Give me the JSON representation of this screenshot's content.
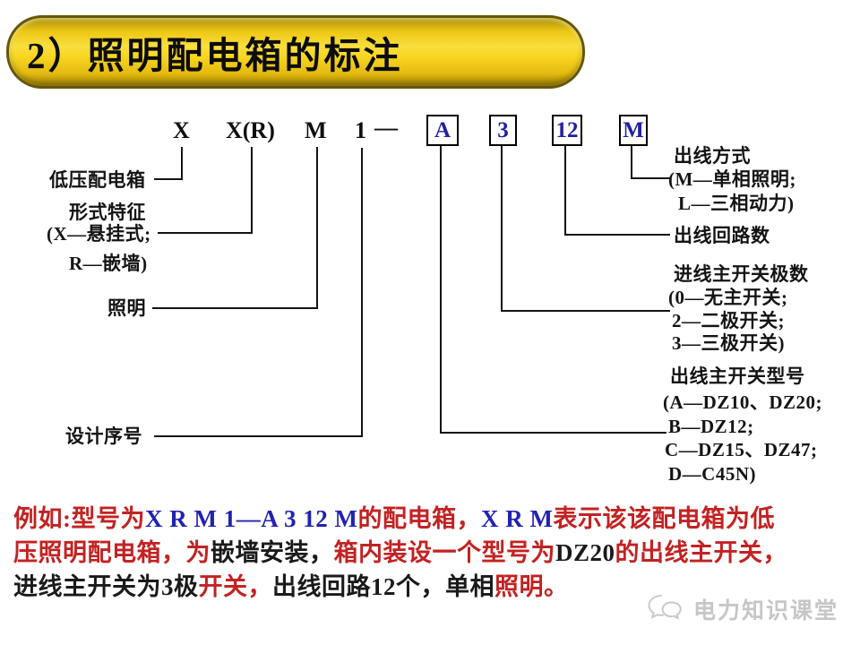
{
  "header": {
    "title": "2）照明配电箱的标注"
  },
  "diagram": {
    "code": {
      "pos1": "X",
      "pos2": "X(R)",
      "pos3": "M",
      "pos4": "1",
      "separator": "—",
      "box1": "A",
      "box2": "3",
      "box3": "12",
      "box4": "M"
    },
    "labels": {
      "lv_box": "低压配电箱",
      "form_title": "形式特征",
      "form_x": "(X—悬挂式;",
      "form_r": "R—嵌墙)",
      "lighting": "照明",
      "design_no": "设计序号",
      "out_mode_title": "出线方式",
      "out_mode_m": "(M—单相照明;",
      "out_mode_l": "L—三相动力)",
      "out_circuits": "出线回路数",
      "in_switch_title": "进线主开关极数",
      "in_switch_0": "(0—无主开关;",
      "in_switch_2": "2—二极开关;",
      "in_switch_3": "3—三极开关)",
      "out_switch_title": "出线主开关型号",
      "out_switch_a": "(A—DZ10、DZ20;",
      "out_switch_b": "B—DZ12;",
      "out_switch_c": "C—DZ15、DZ47;",
      "out_switch_d": "D—C45N)"
    }
  },
  "example": {
    "lines": [
      {
        "segments": [
          {
            "text": "例如:型号为",
            "color": "#c32222"
          },
          {
            "text": "X R M 1—A 3 12 M",
            "color": "#2222b2"
          },
          {
            "text": "的配电箱，",
            "color": "#c32222"
          },
          {
            "text": "X R M",
            "color": "#2222b2"
          },
          {
            "text": "表示该该配电箱为低",
            "color": "#c32222"
          }
        ]
      },
      {
        "segments": [
          {
            "text": "压照明配电箱，为",
            "color": "#c32222"
          },
          {
            "text": "嵌墙安装，",
            "color": "#1a1a1a"
          },
          {
            "text": "箱内装设一个型号为",
            "color": "#c32222"
          },
          {
            "text": "DZ20",
            "color": "#1a1a1a"
          },
          {
            "text": "的出线主开关，",
            "color": "#c32222"
          }
        ]
      },
      {
        "segments": [
          {
            "text": "进线主开关为3极",
            "color": "#1a1a1a"
          },
          {
            "text": "开关，",
            "color": "#c32222"
          },
          {
            "text": "出线回路12个，单相",
            "color": "#1a1a1a"
          },
          {
            "text": "照明。",
            "color": "#c32222"
          }
        ]
      }
    ]
  },
  "watermark": {
    "text": "电力知识课堂",
    "logo": "wechat-bubbles-icon"
  },
  "colors": {
    "banner_gold": "#f3cf1d",
    "banner_border": "#665607",
    "boxed_letter_blue": "#2121a3",
    "emphasis_red": "#c32222",
    "emphasis_blue": "#2222b2",
    "text_black": "#1a1a1a",
    "watermark_gray": "#c6c6c6"
  }
}
